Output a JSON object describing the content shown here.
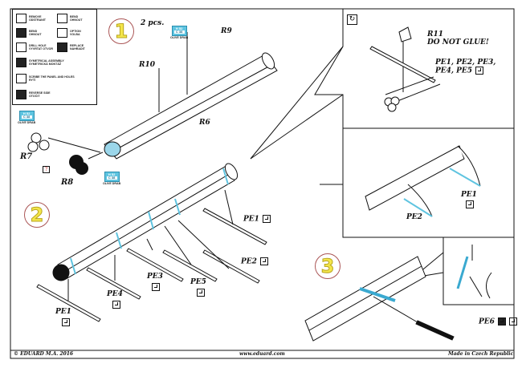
{
  "legend": {
    "items": [
      {
        "icon": "remove-icon",
        "line1": "REMOVE",
        "line2": "ODSTRANIT"
      },
      {
        "icon": "bend-icon",
        "line1": "BEND",
        "line2": "OHNOUT"
      },
      {
        "icon": "bend-icon",
        "line1": "BEND",
        "line2": "OHNOUT"
      },
      {
        "icon": "option-icon",
        "line1": "OPTION",
        "line2": "VOLBA"
      },
      {
        "icon": "drill-hole-icon",
        "line1": "DRILL HOLE",
        "line2": "VYVRTAT OTVOR"
      },
      {
        "icon": "replace-icon",
        "line1": "REPLACE",
        "line2": "NAHRADIT"
      },
      {
        "icon": "symmetrical-assembly-icon",
        "line1": "SYMETRICAL ASSEMBLY",
        "line2": "SYMETRICKÁ MONTÁŽ"
      },
      {
        "icon": "scribe-icon",
        "line1": "SCRIBE THE PANEL AND HOLES",
        "line2": "RYTÍ"
      },
      {
        "icon": "reverse-side-icon",
        "line1": "REVERSE SIDE",
        "line2": "OTOČIT"
      }
    ]
  },
  "color_chip": {
    "code_top": "H 52",
    "code": "C 38",
    "name": "OLIVE DRAB"
  },
  "steps": {
    "step1": {
      "number": "1",
      "qty": "2 pcs.",
      "labels": {
        "r9": "R9",
        "r10": "R10",
        "r6": "R6",
        "r7": "R7",
        "r8": "R8"
      }
    },
    "step2": {
      "number": "2",
      "labels": {
        "pe1a": "PE1",
        "pe2": "PE2",
        "pe3": "PE3",
        "pe4": "PE4",
        "pe5": "PE5",
        "pe1b": "PE1"
      }
    },
    "inset_top": {
      "r11": "R11",
      "note": "DO NOT GLUE!",
      "pe_line1": "PE1, PE2, PE3,",
      "pe_line2": "PE4, PE5"
    },
    "inset_mid": {
      "pe1": "PE1",
      "pe2": "PE2"
    },
    "step3": {
      "number": "3",
      "pe6": "PE6"
    }
  },
  "footer": {
    "copyright": "© EDUARD M.A. 2016",
    "website": "www.eduard.com",
    "origin": "Made in Czech Republic"
  },
  "colors": {
    "cyan": "#5fc4e0",
    "step_fill": "#f3e64a",
    "step_ring": "#a55555"
  }
}
